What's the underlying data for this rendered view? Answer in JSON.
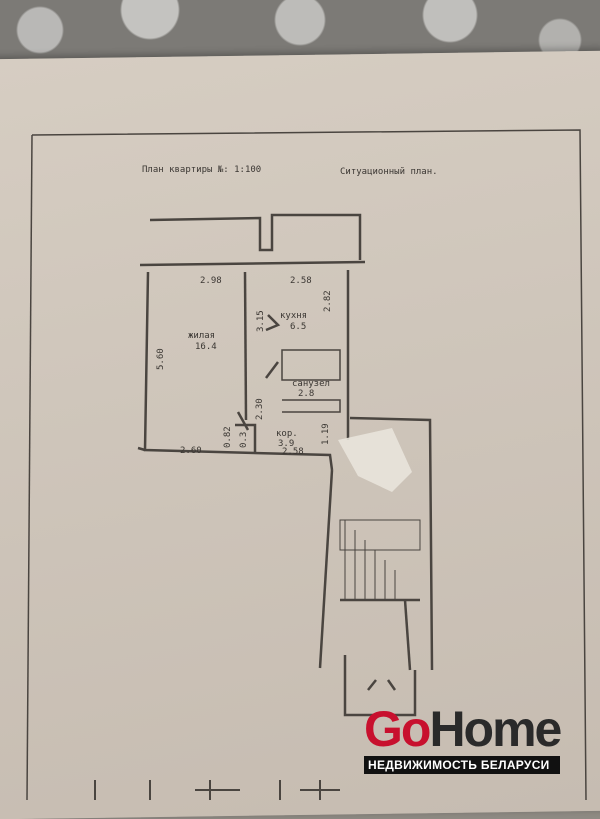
{
  "header": {
    "plan_title": "План квартиры №: 1:100",
    "situation_title": "Ситуационный план."
  },
  "rooms": [
    {
      "name": "жилая",
      "area": "16.4"
    },
    {
      "name": "кухня",
      "area": "6.5"
    },
    {
      "name": "санузел",
      "area": "2.8"
    },
    {
      "name": "кор.",
      "area": "3.9"
    }
  ],
  "dimensions": {
    "living_top": "2.98",
    "kitchen_top": "2.58",
    "living_height": "5.60",
    "kitchen_height": "3.15",
    "kitchen_side": "2.82",
    "corridor_side": "2.30",
    "closet_height": "0.82",
    "closet_width": "0.3",
    "living_bottom": "2.60",
    "corridor_bottom": "2.58",
    "entrance": "1.19"
  },
  "watermark": {
    "brand_go": "Go",
    "brand_home": "Home",
    "tagline": "НЕДВИЖИМОСТЬ БЕЛАРУСИ"
  }
}
